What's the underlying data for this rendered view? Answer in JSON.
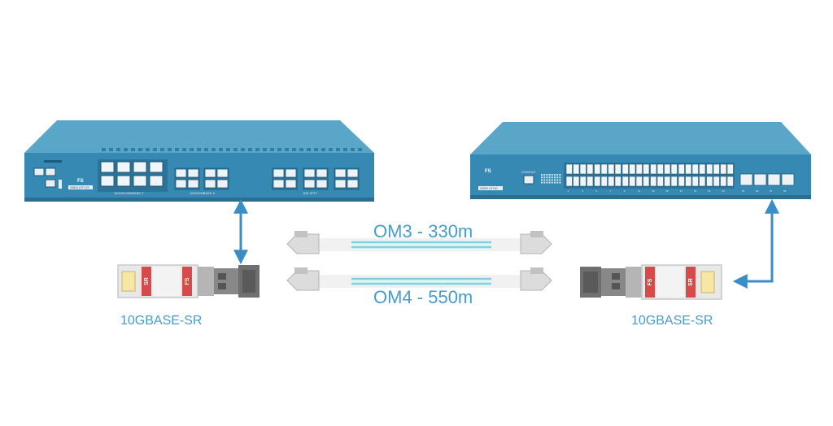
{
  "colors": {
    "accent": "#3a8ec8",
    "switch_top": "#4f9dc1",
    "switch_front": "#3689b2",
    "cable_aqua": "#7fd2de",
    "text_blue": "#4a9bc9",
    "sr_red": "#d64a4a"
  },
  "left_switch": {
    "brand": "FS",
    "model": "S5800-8TF12S",
    "group_labels": [
      "10/100/1000BASE-T",
      "100/1000BASE-X",
      "10G SFP+"
    ]
  },
  "right_switch": {
    "brand": "FS",
    "model": "S3900-24T4S",
    "console_label": "CONSOLE",
    "port_numbers": [
      "1",
      "3",
      "5",
      "7",
      "9",
      "11",
      "13",
      "15",
      "17",
      "19",
      "21",
      "23",
      "25",
      "26",
      "27",
      "28"
    ]
  },
  "cables": [
    {
      "label": "OM3 - 330m"
    },
    {
      "label": "OM4 - 550m"
    }
  ],
  "modules": {
    "left": {
      "label": "10GBASE-SR",
      "sticker_sr": "SR",
      "sticker_fs": "FS"
    },
    "right": {
      "label": "10GBASE-SR",
      "sticker_sr": "SR",
      "sticker_fs": "FS"
    }
  },
  "icons": [
    "double-arrow-icon",
    "elbow-arrow-icon"
  ]
}
